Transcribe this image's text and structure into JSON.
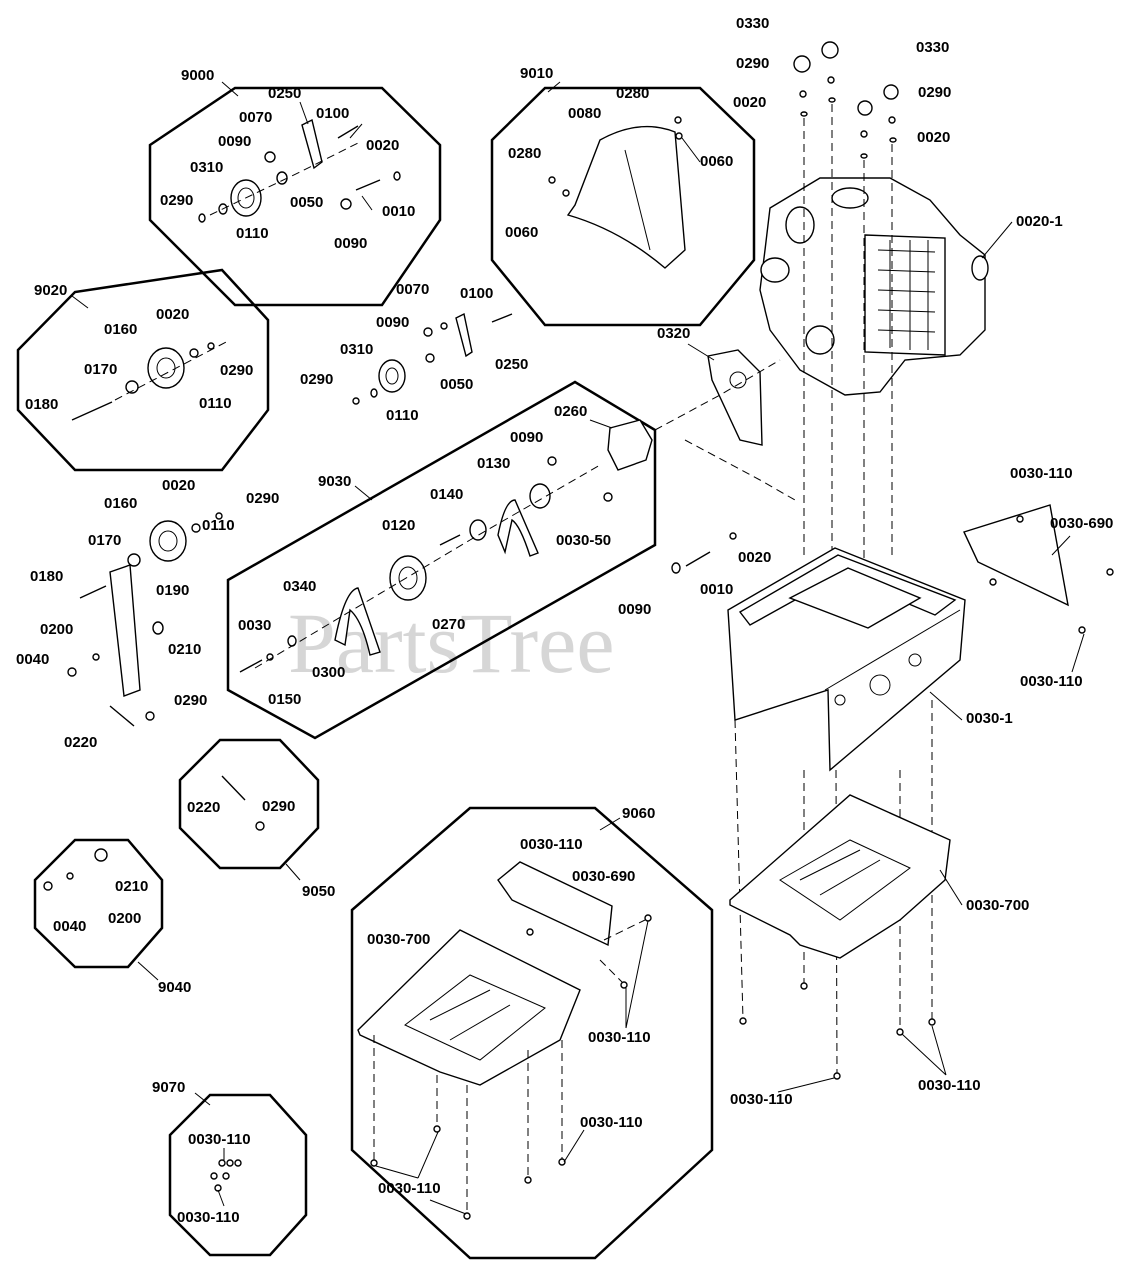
{
  "watermark": "PartsTree",
  "groups": {
    "g9000": "9000",
    "g9010": "9010",
    "g9020": "9020",
    "g9030": "9030",
    "g9040": "9040",
    "g9050": "9050",
    "g9060": "9060",
    "g9070": "9070"
  },
  "labels": {
    "p0010": "0010",
    "p0020": "0020",
    "p0030": "0030",
    "p0040": "0040",
    "p0050": "0050",
    "p0060": "0060",
    "p0070": "0070",
    "p0080": "0080",
    "p0090": "0090",
    "p0100": "0100",
    "p0110": "0110",
    "p0120": "0120",
    "p0130": "0130",
    "p0140": "0140",
    "p0150": "0150",
    "p0160": "0160",
    "p0170": "0170",
    "p0180": "0180",
    "p0190": "0190",
    "p0200": "0200",
    "p0210": "0210",
    "p0220": "0220",
    "p0250": "0250",
    "p0260": "0260",
    "p0270": "0270",
    "p0280": "0280",
    "p0290": "0290",
    "p0300": "0300",
    "p0310": "0310",
    "p0320": "0320",
    "p0330": "0330",
    "p0340": "0340",
    "p0020_1": "0020-1",
    "p0030_1": "0030-1",
    "p0030_50": "0030-50",
    "p0030_110": "0030-110",
    "p0030_690": "0030-690",
    "p0030_700": "0030-700"
  }
}
